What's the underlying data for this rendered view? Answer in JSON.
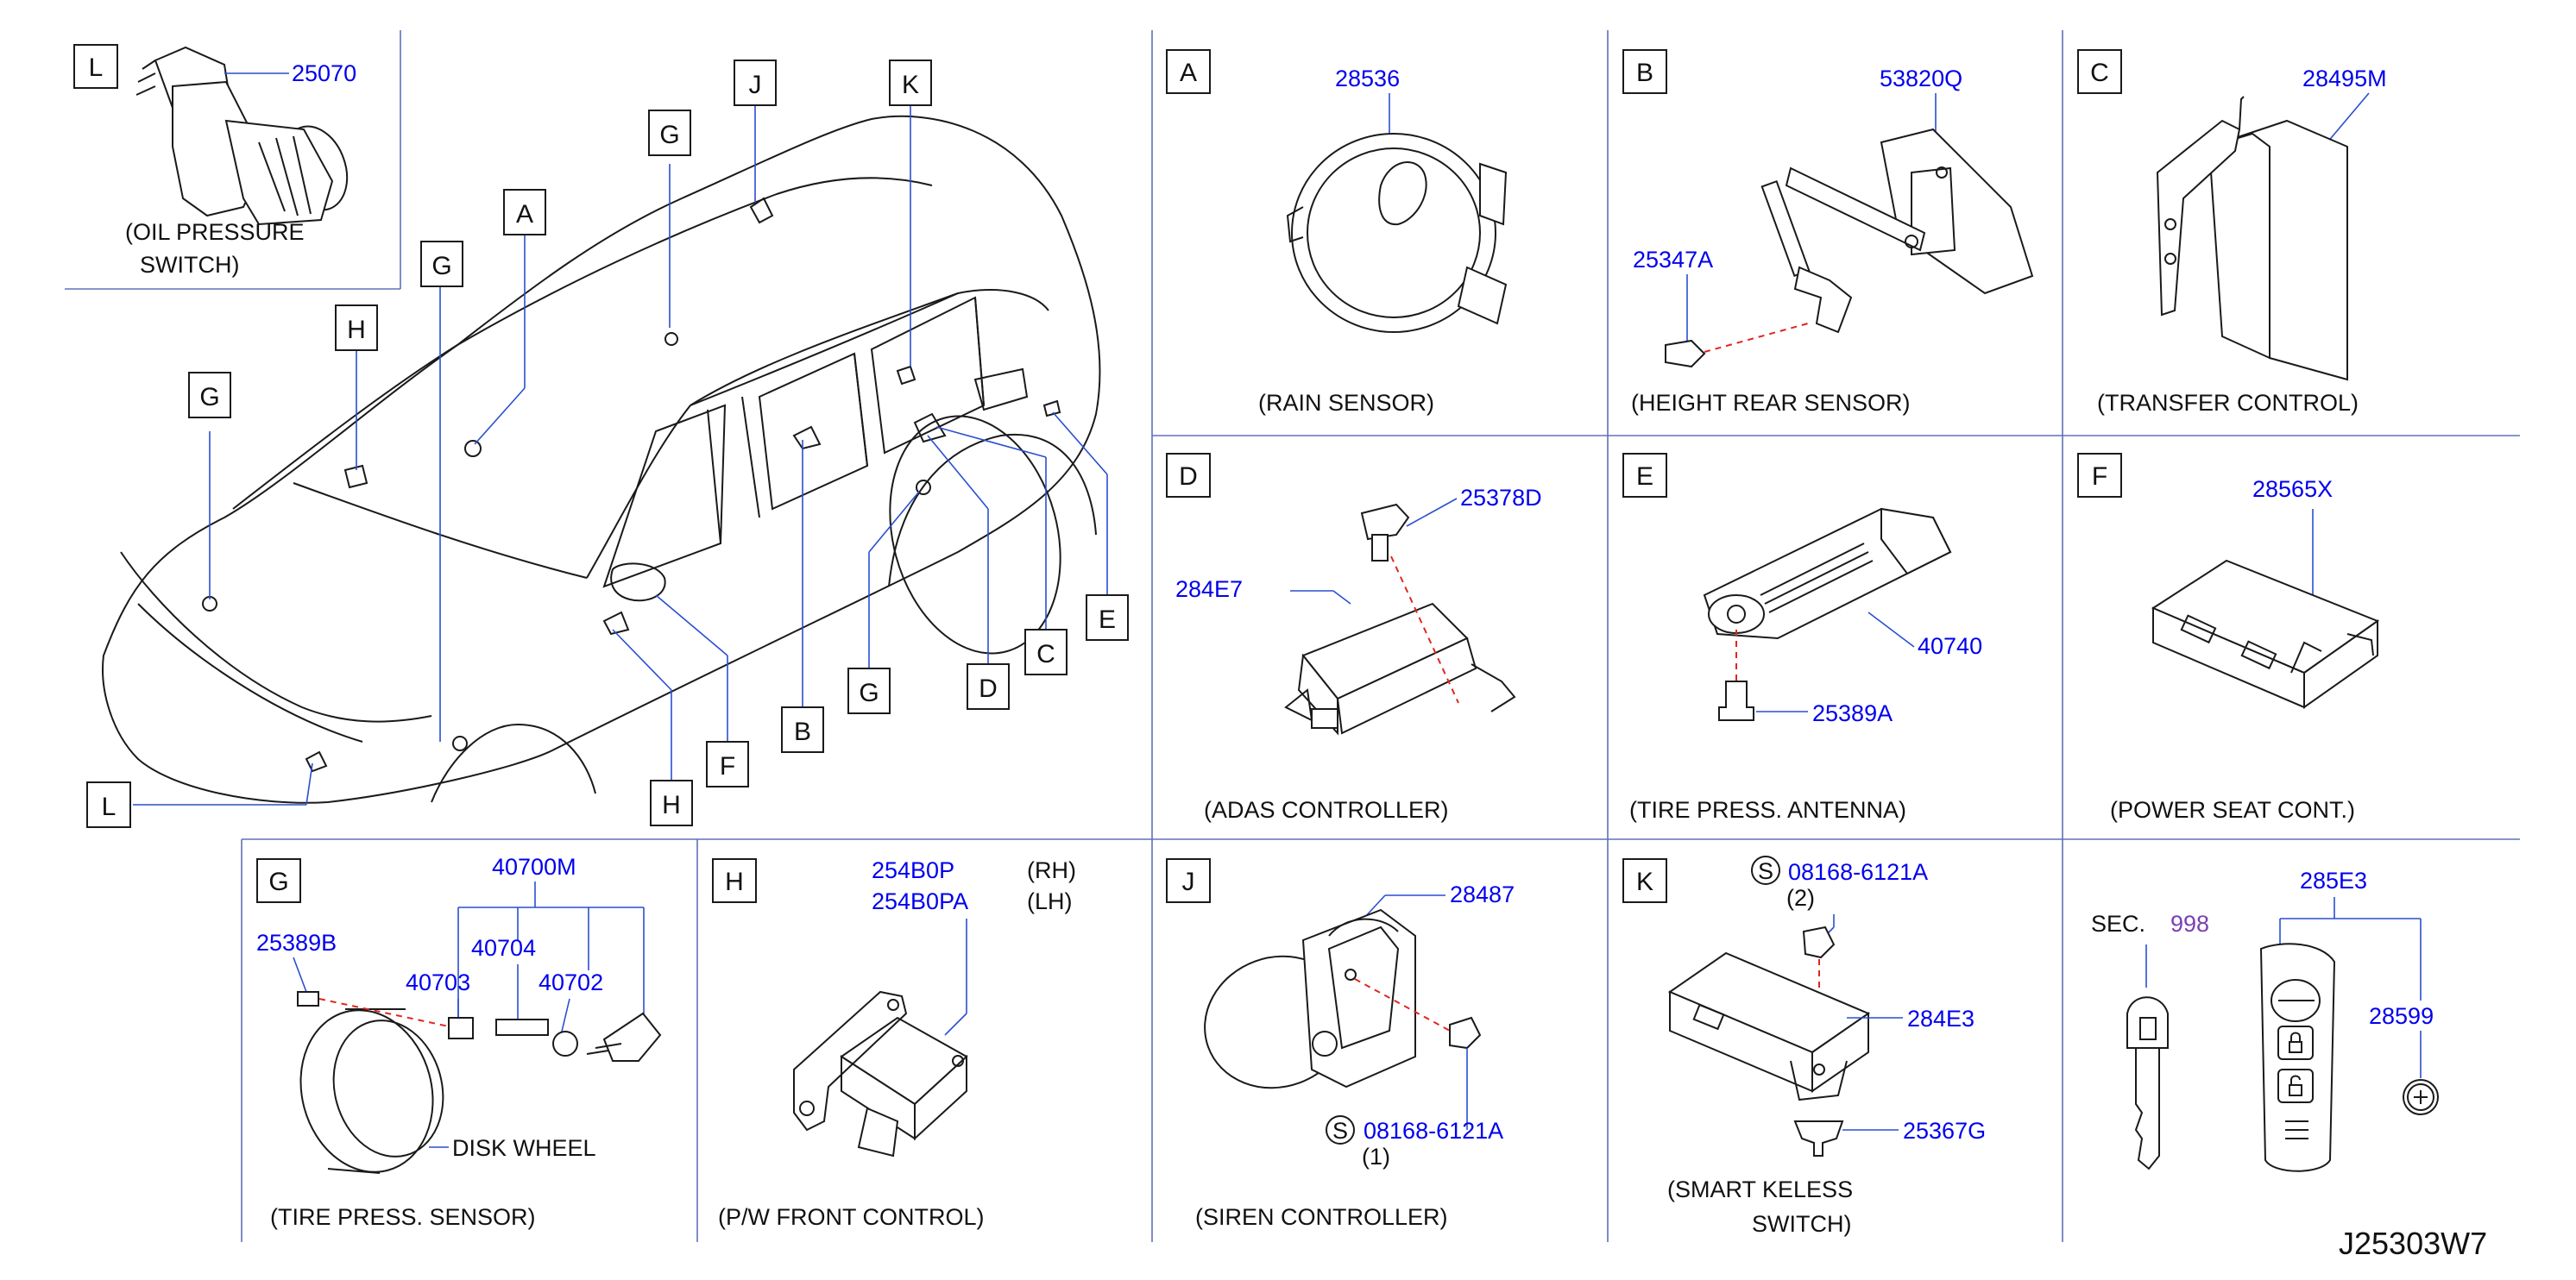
{
  "diagram_id": "J25303W7",
  "panels": {
    "L": {
      "letter": "L",
      "part": "25070",
      "caption_line1": "(OIL   PRESSURE",
      "caption_line2": "SWITCH)"
    },
    "A": {
      "letter": "A",
      "part": "28536",
      "caption": "(RAIN   SENSOR)"
    },
    "B": {
      "letter": "B",
      "part_main": "53820Q",
      "part_bolt": "25347A",
      "caption": "(HEIGHT   REAR   SENSOR)"
    },
    "C": {
      "letter": "C",
      "part": "28495M",
      "caption": "(TRANSFER   CONTROL)"
    },
    "D": {
      "letter": "D",
      "part_bolt": "25378D",
      "part_main": "284E7",
      "caption": "(ADAS   CONTROLLER)"
    },
    "E": {
      "letter": "E",
      "part_main": "40740",
      "part_bolt": "25389A",
      "caption": "(TIRE   PRESS.   ANTENNA)"
    },
    "F": {
      "letter": "F",
      "part": "28565X",
      "caption": "(POWER   SEAT   CONT.)"
    },
    "G": {
      "letter": "G",
      "part_set": "40700M",
      "part_cap": "25389B",
      "part_valve": "40704",
      "part_nut": "40703",
      "part_grommet": "40702",
      "wheel_label": "DISK   WHEEL",
      "caption": "(TIRE   PRESS.   SENSOR)"
    },
    "H": {
      "letter": "H",
      "part_rh": "254B0P",
      "part_lh": "254B0PA",
      "rh": "(RH)",
      "lh": "(LH)",
      "caption": "(P/W   FRONT   CONTROL)"
    },
    "J": {
      "letter": "J",
      "part_main": "28487",
      "part_bolt": "08168-6121A",
      "bolt_qty": "(1)",
      "s_symbol": "S",
      "caption": "(SIREN   CONTROLLER)"
    },
    "K": {
      "letter": "K",
      "part_bolt": "08168-6121A",
      "bolt_qty": "(2)",
      "part_main": "284E3",
      "part_clip": "25367G",
      "s_symbol": "S",
      "caption_line1": "(SMART   KELESS",
      "caption_line2": "SWITCH)"
    },
    "Key": {
      "sec_label": "SEC.",
      "sec_num": "998",
      "part_fob": "285E3",
      "part_battery": "28599"
    }
  },
  "vehicle_callouts": [
    "J",
    "K",
    "G",
    "G",
    "A",
    "H",
    "G",
    "L",
    "H",
    "F",
    "B",
    "G",
    "D",
    "C",
    "E"
  ],
  "colors": {
    "part_number": "#0000ee",
    "leader": "#2a4fd0",
    "dash": "#e0261f",
    "section_ref": "#7a3fb5",
    "panel_border": "#6070b8"
  }
}
